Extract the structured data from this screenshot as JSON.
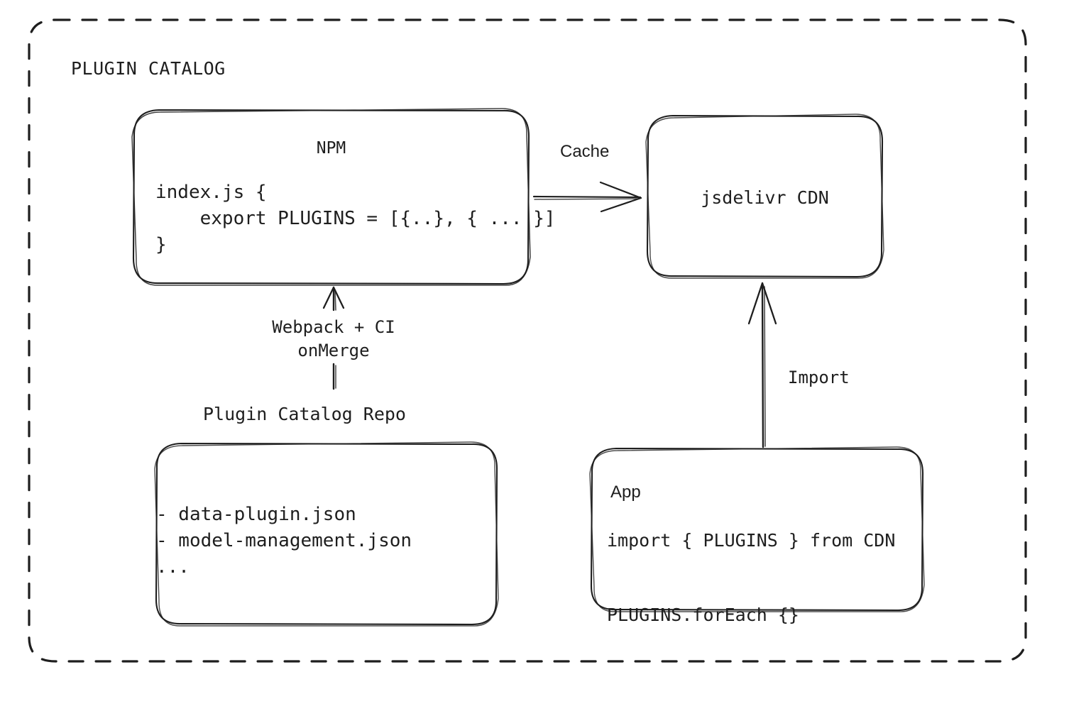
{
  "diagram": {
    "container": {
      "title": "PLUGIN CATALOG",
      "border_style": "dashed",
      "stroke_color": "#1e1e1e",
      "background": "#ffffff"
    },
    "nodes": {
      "npm": {
        "title": "NPM",
        "code_lines": [
          "index.js {",
          "    export PLUGINS = [{..}, { ... }]",
          "}"
        ],
        "code_text": "index.js {\n    export PLUGINS = [{..}, { ... }]\n}"
      },
      "cdn": {
        "title": "jsdelivr CDN"
      },
      "repo": {
        "label": "Plugin Catalog Repo",
        "items": [
          "- data-plugin.json",
          "- model-management.json",
          "..."
        ],
        "items_text": "- data-plugin.json\n- model-management.json\n..."
      },
      "app": {
        "title": "App",
        "code_lines": [
          "import { PLUGINS } from CDN",
          "PLUGINS.forEach {}"
        ],
        "code_text": "import { PLUGINS } from CDN\n\nPLUGINS.forEach {}"
      }
    },
    "edges": {
      "npm_to_cdn": {
        "label": "Cache",
        "direction": "right"
      },
      "repo_to_npm": {
        "label": "Webpack + CI\nonMerge",
        "direction": "up"
      },
      "app_to_cdn": {
        "label": "Import",
        "direction": "up"
      }
    }
  }
}
